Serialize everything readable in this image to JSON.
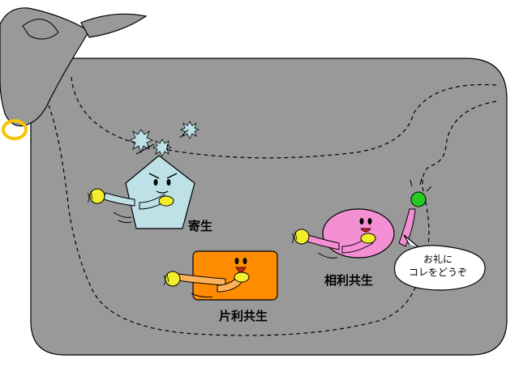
{
  "labels": {
    "parasitism": "寄生",
    "commensalism": "片利共生",
    "mutualism": "相利共生"
  },
  "speech_bubble": {
    "line1": "お礼に",
    "line2": "コレをどうぞ"
  },
  "colors": {
    "host_body": "#999999",
    "parasite": "#bde1e6",
    "commensal": "#ff8c00",
    "mutualist": "#f38fd2",
    "food": "#f2ee2a",
    "gift_ball": "#22cc22",
    "nose_ring": "#f7c600"
  }
}
